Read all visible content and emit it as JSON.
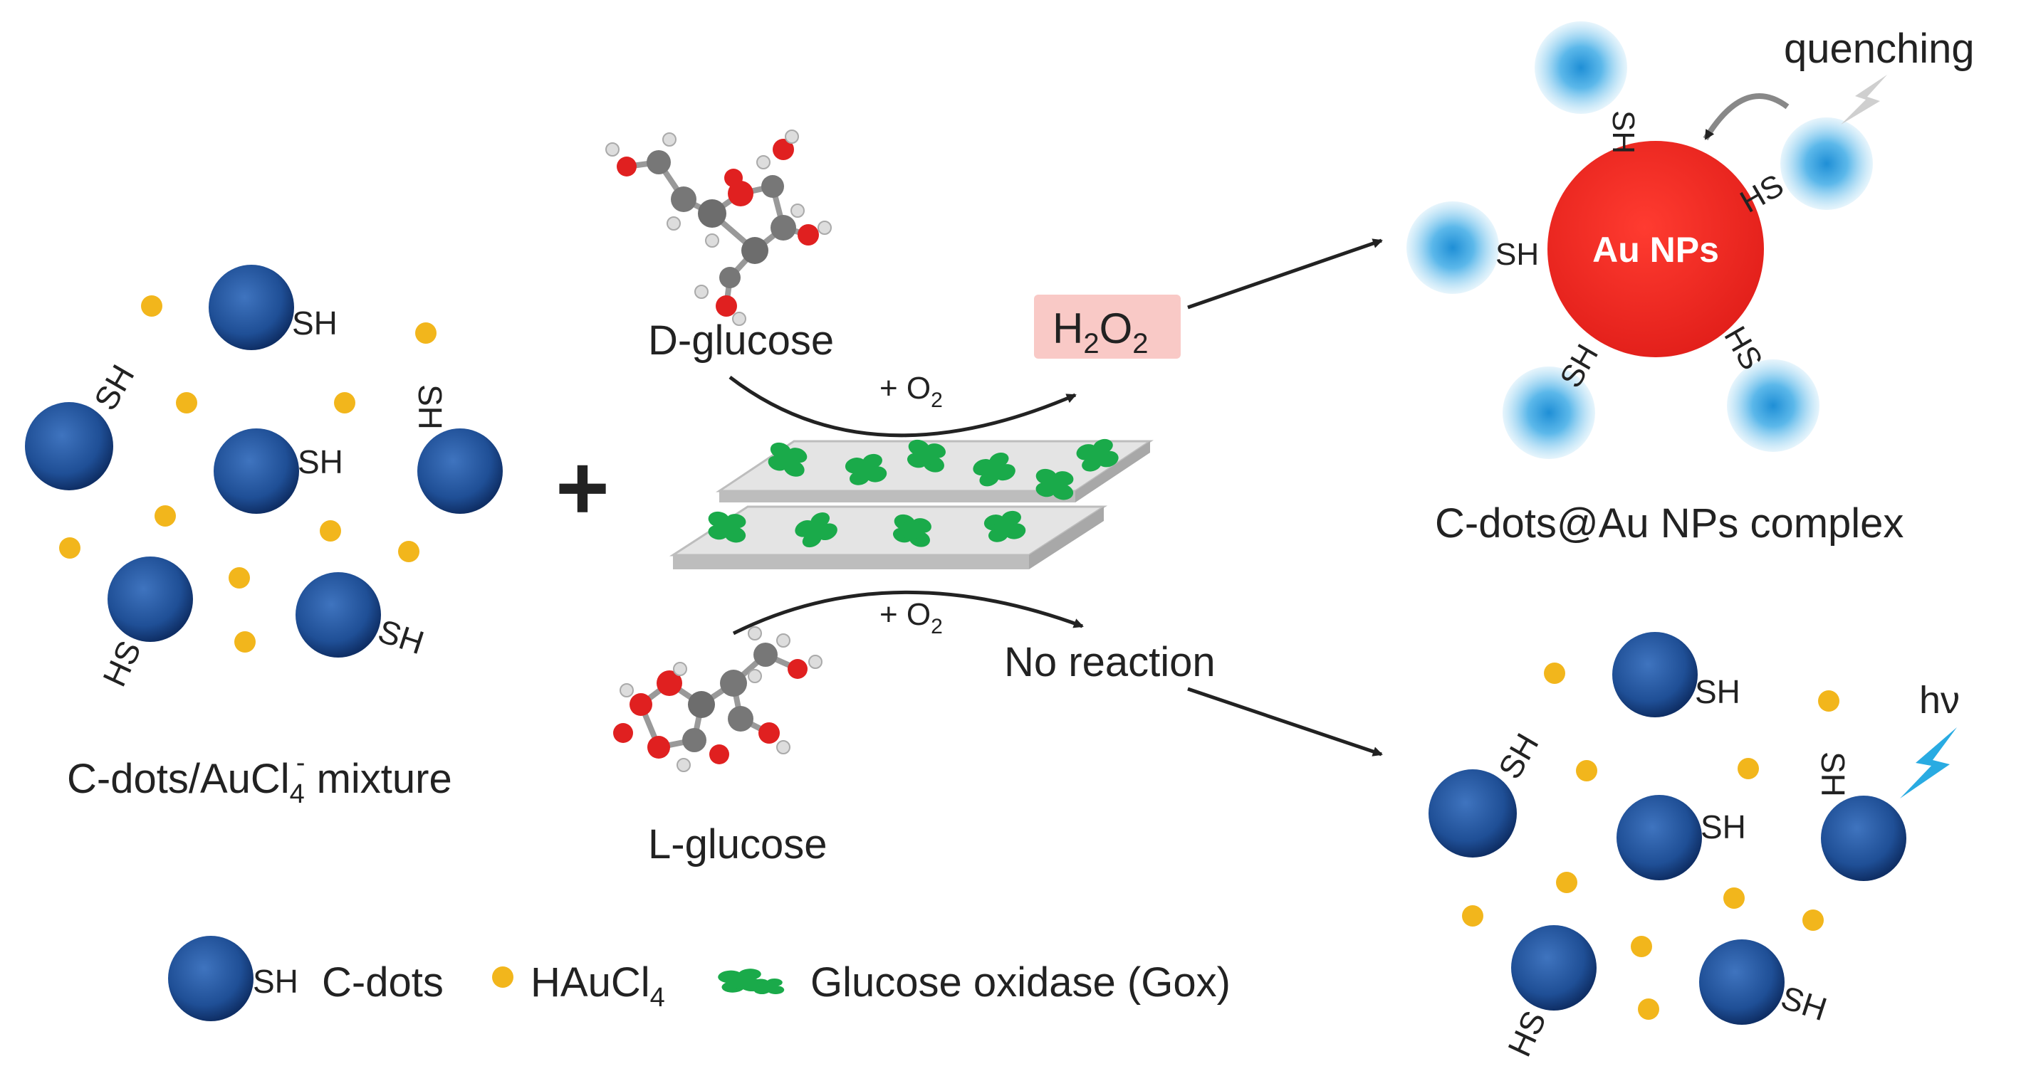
{
  "labels": {
    "d_glucose": "D-glucose",
    "l_glucose": "L-glucose",
    "o2_top": "+ O",
    "o2_top_sub": "2",
    "o2_bottom": "+ O",
    "o2_bottom_sub": "2",
    "h2o2_h": "H",
    "h2o2_sub1": "2",
    "h2o2_o": "O",
    "h2o2_sub2": "2",
    "no_reaction": "No reaction",
    "mixture_pre": "C-dots/AuCl",
    "mixture_sub": "4",
    "mixture_sup": "-",
    "mixture_post": " mixture",
    "complex": "C-dots@Au NPs complex",
    "au_nps": "Au NPs",
    "quenching": "quenching",
    "hv": "hν",
    "plus": "+",
    "thiol": "SH",
    "thiol_rev": "HS"
  },
  "legend": {
    "cdots_sh": "SH",
    "cdots_label": "C-dots",
    "haucl4_pre": "HAuCl",
    "haucl4_sub": "4",
    "gox_label": "Glucose oxidase (Gox)"
  },
  "colors": {
    "cdot": "#1f4f96",
    "cdot_dark": "#0f2f66",
    "cdot_light": "#4a7fc7",
    "gold_dot": "#f2b61c",
    "au_np": "#ee2a22",
    "glow": "#3fa9e3",
    "gox": "#1aaa4a",
    "plate": "#d8d8d8",
    "h2o2_box": "#f9c9c6",
    "bolt": "#29abe2"
  }
}
